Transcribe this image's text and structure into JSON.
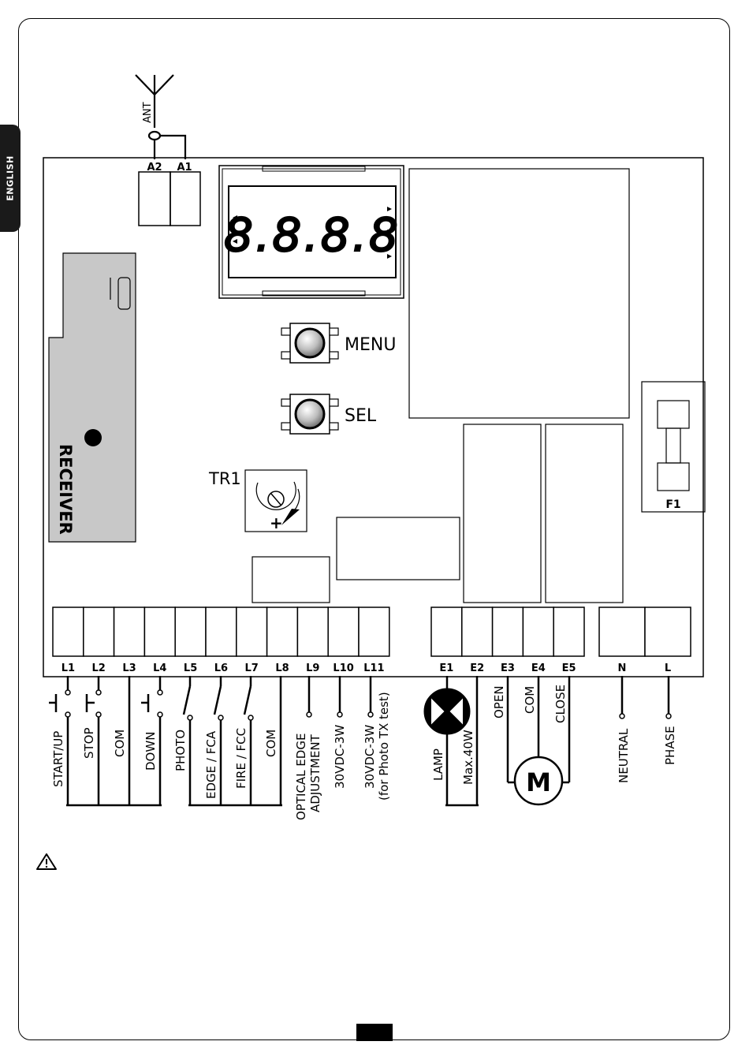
{
  "language_tab": "ENGLISH",
  "antenna": {
    "label": "ANT",
    "terminals": [
      "A2",
      "A1"
    ]
  },
  "display": {
    "digits": "8.8.8.8"
  },
  "buttons": {
    "menu": "MENU",
    "sel": "SEL"
  },
  "trimmer": {
    "label": "TR1",
    "plus": "+"
  },
  "receiver": {
    "label": "RECEIVER"
  },
  "fuse": {
    "label": "F1"
  },
  "low_voltage_terminals": [
    "L1",
    "L2",
    "L3",
    "L4",
    "L5",
    "L6",
    "L7",
    "L8",
    "L9",
    "L10",
    "L11"
  ],
  "power_terminals": [
    "E1",
    "E2",
    "E3",
    "E4",
    "E5"
  ],
  "mains_terminals": [
    "N",
    "L"
  ],
  "wiring_labels": {
    "start_up": "START/UP",
    "stop": "STOP",
    "com1": "COM",
    "down": "DOWN",
    "photo": "PHOTO",
    "edge": "EDGE / FCA",
    "fire": "FIRE / FCC",
    "com2": "COM",
    "optical1": "OPTICAL EDGE",
    "optical2": "ADJUSTMENT",
    "vdc": "30VDC-3W",
    "vdc_test1": "30VDC-3W",
    "vdc_test2": "(for Photo TX test)",
    "lamp": "LAMP",
    "lamp_power": "Max.40W",
    "open": "OPEN",
    "com3": "COM",
    "close": "CLOSE",
    "motor": "M",
    "neutral": "NEUTRAL",
    "phase": "PHASE"
  },
  "warning_icon": "warning-triangle-icon"
}
